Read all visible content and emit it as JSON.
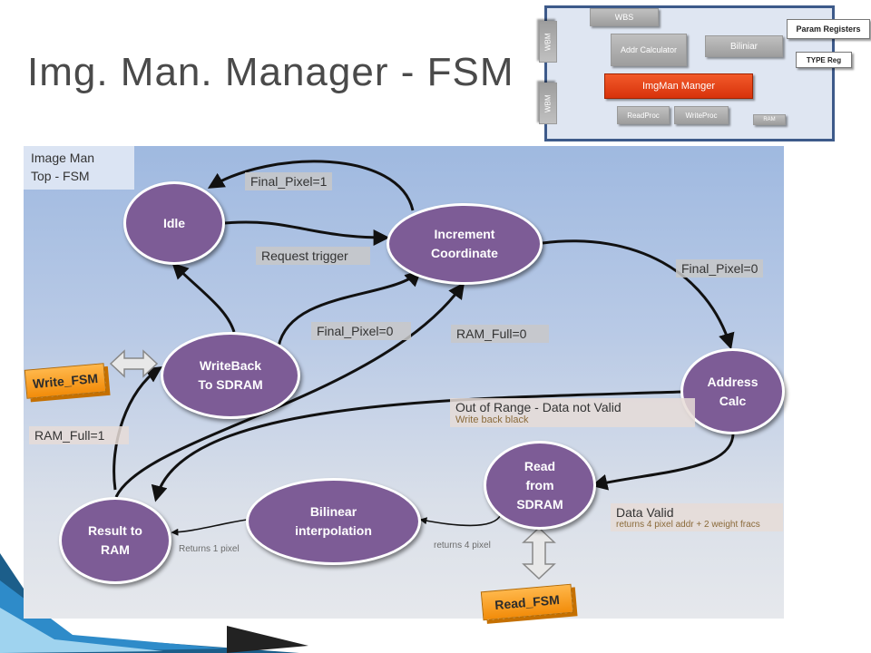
{
  "slide_title": "Img. Man. Manager - FSM",
  "block_diagram": {
    "wbs": "WBS",
    "wbm_top": "WBM",
    "wbm_bottom": "WBM",
    "addr_calculator": "Addr Calculator",
    "biliniar": "Biliniar",
    "param_registers": "Param Registers",
    "type_reg": "TYPE Reg",
    "imgman_manger": "ImgMan Manger",
    "readproc": "ReadProc",
    "writeproc": "WriteProc",
    "ram": "RAM"
  },
  "diagram": {
    "title_line1": "Image Man",
    "title_line2": "Top - FSM",
    "states": {
      "idle": "Idle",
      "increment": "Increment\nCoordinate",
      "address_calc": "Address\nCalc",
      "read_sdram": "Read\nfrom\nSDRAM",
      "bilinear": "Bilinear\ninterpolation",
      "result_ram": "Result to\nRAM",
      "writeback": "WriteBack\nTo SDRAM"
    },
    "labels": {
      "final_pixel_1": "Final_Pixel=1",
      "request_trigger": "Request trigger",
      "final_pixel_0_right": "Final_Pixel=0",
      "final_pixel_0_mid": "Final_Pixel=0",
      "ram_full_0": "RAM_Full=0",
      "ram_full_1": "RAM_Full=1",
      "out_of_range": "Out of Range - Data not Valid",
      "write_back_black": "Write back black",
      "data_valid": "Data Valid",
      "data_valid_sub": "returns 4 pixel addr + 2 weight fracs",
      "returns_1_pixel": "Returns 1 pixel",
      "returns_4_pixel": "returns 4 pixel"
    },
    "tags": {
      "write_fsm": "Write_FSM",
      "read_fsm": "Read_FSM"
    }
  },
  "colors": {
    "state_fill": "#7d5c96",
    "tag_fill": "#f28c0a",
    "imgman_fill": "#e2420f",
    "block_border": "#3d5a8a"
  }
}
